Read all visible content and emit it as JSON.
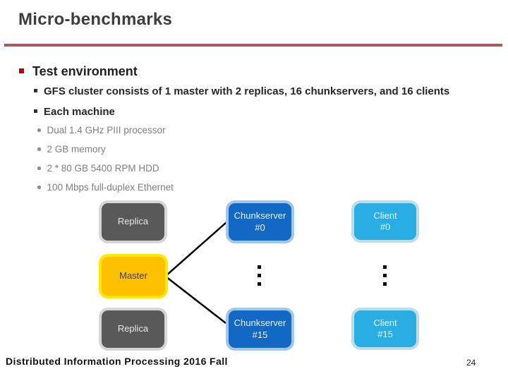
{
  "header": {
    "title": "Micro-benchmarks"
  },
  "bullets": {
    "level1": "Test environment",
    "level2": [
      "GFS cluster consists of 1 master with 2 replicas, 16 chunkservers, and 16 clients",
      "Each machine"
    ],
    "level3": [
      "Dual 1.4 GHz PIII processor",
      "2 GB memory",
      "2 * 80 GB 5400 RPM HDD",
      "100 Mbps full-duplex Ethernet"
    ]
  },
  "diagram": {
    "replica_top": "Replica",
    "master": "Master",
    "replica_bottom": "Replica",
    "chunkserver_top": {
      "line1": "Chunkserver",
      "line2": "#0"
    },
    "chunkserver_bottom": {
      "line1": "Chunkserver",
      "line2": "#15"
    },
    "client_top": {
      "line1": "Client",
      "line2": "#0"
    },
    "client_bottom": {
      "line1": "Client",
      "line2": "#15"
    }
  },
  "footer": {
    "course": "Distributed Information Processing 2016 Fall",
    "page_number": "24"
  },
  "colors": {
    "title_text": "#3d3d3d",
    "rule_red": "#a85c60",
    "bullet1_marker": "#c00000",
    "bullet2_marker": "#2f3338",
    "bullet3_marker": "#8c8c8c",
    "body_gray_text": "#7f7f7f",
    "replica_fill": "#595959",
    "replica_border": "#d6d6d6",
    "master_fill": "#ffc000",
    "master_border": "#ffe800",
    "chunkserver_fill": "#1268c3",
    "chunkserver_border": "#a6c6e8",
    "client_fill": "#29ade3",
    "client_border": "#bfdde9",
    "connector": "#000000"
  }
}
